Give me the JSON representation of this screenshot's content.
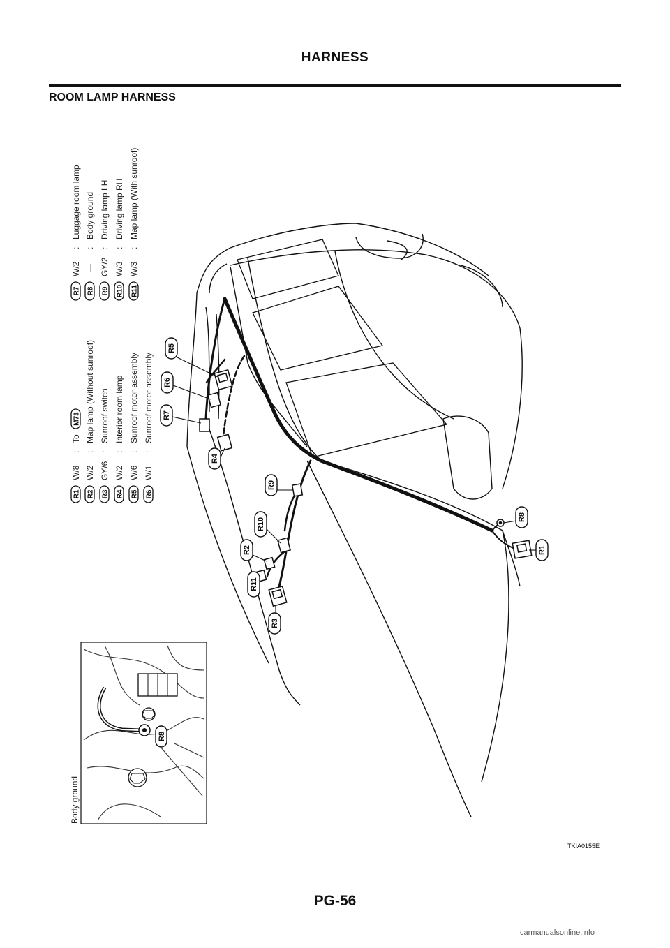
{
  "header": {
    "title": "HARNESS"
  },
  "section": {
    "title": "ROOM LAMP HARNESS"
  },
  "legend_left": [
    {
      "tag": "R1",
      "color": "W/8",
      "text": "To",
      "to_tag": "M73"
    },
    {
      "tag": "R2",
      "color": "W/2",
      "text": "Map lamp (Without sunroof)"
    },
    {
      "tag": "R3",
      "color": "GY/6",
      "text": "Sunroof switch"
    },
    {
      "tag": "R4",
      "color": "W/2",
      "text": "Interior room lamp"
    },
    {
      "tag": "R5",
      "color": "W/6",
      "text": "Sunroof motor assembly"
    },
    {
      "tag": "R6",
      "color": "W/1",
      "text": "Sunroof motor assembly"
    }
  ],
  "legend_right": [
    {
      "tag": "R7",
      "color": "W/2",
      "text": "Luggage room lamp"
    },
    {
      "tag": "R8",
      "color": "—",
      "text": "Body ground"
    },
    {
      "tag": "R9",
      "color": "GY/2",
      "text": "Driving lamp LH"
    },
    {
      "tag": "R10",
      "color": "W/3",
      "text": "Driving lamp RH"
    },
    {
      "tag": "R11",
      "color": "W/3",
      "text": "Map lamp (With sunroof)"
    }
  ],
  "legend_separator": ":",
  "inset": {
    "title": "Body ground",
    "callout": "R8"
  },
  "callouts": [
    "R5",
    "R6",
    "R7",
    "R4",
    "R9",
    "R10",
    "R2",
    "R11",
    "R3",
    "R8",
    "R1"
  ],
  "figure_code": "TKIA0155E",
  "page_number": "PG-56",
  "watermark": "carmanualsonline.info"
}
